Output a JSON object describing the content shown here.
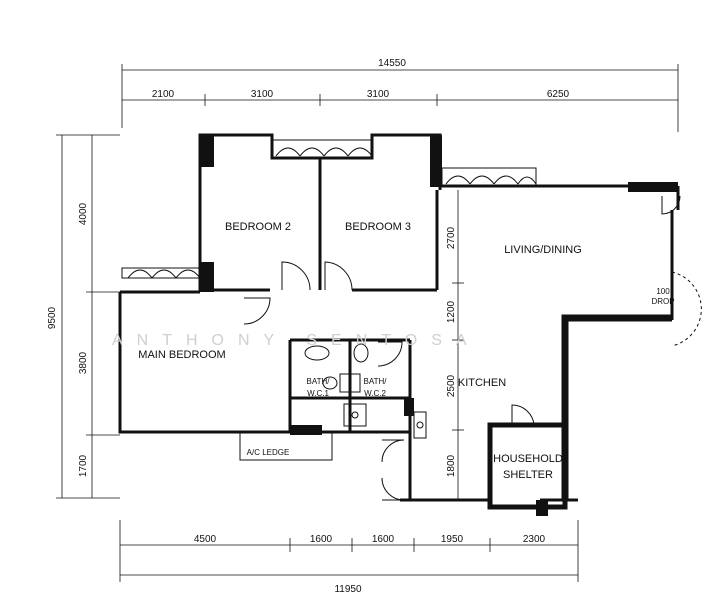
{
  "dimensions": {
    "top_total": "14550",
    "top_segments": [
      "2100",
      "3100",
      "3100",
      "6250"
    ],
    "bottom_total": "11950",
    "bottom_segments": [
      "4500",
      "1600",
      "1600",
      "1950",
      "2300"
    ],
    "left_total": "9500",
    "left_segments": [
      "4000",
      "3800",
      "1700"
    ],
    "inner_segments": [
      "2700",
      "1200",
      "2500",
      "1800"
    ]
  },
  "rooms": {
    "bedroom2": "BEDROOM 2",
    "bedroom3": "BEDROOM 3",
    "living": "LIVING/DINING",
    "main_bedroom": "MAIN BEDROOM",
    "bath1_a": "BATH/",
    "bath1_b": "W.C.1",
    "bath2_a": "BATH/",
    "bath2_b": "W.C.2",
    "kitchen": "KITCHEN",
    "shelter_a": "HOUSEHOLD",
    "shelter_b": "SHELTER",
    "ac_ledge": "A/C LEDGE",
    "drop_a": "100",
    "drop_b": "DROP"
  },
  "watermark": "ANTHONY SENTOSA"
}
